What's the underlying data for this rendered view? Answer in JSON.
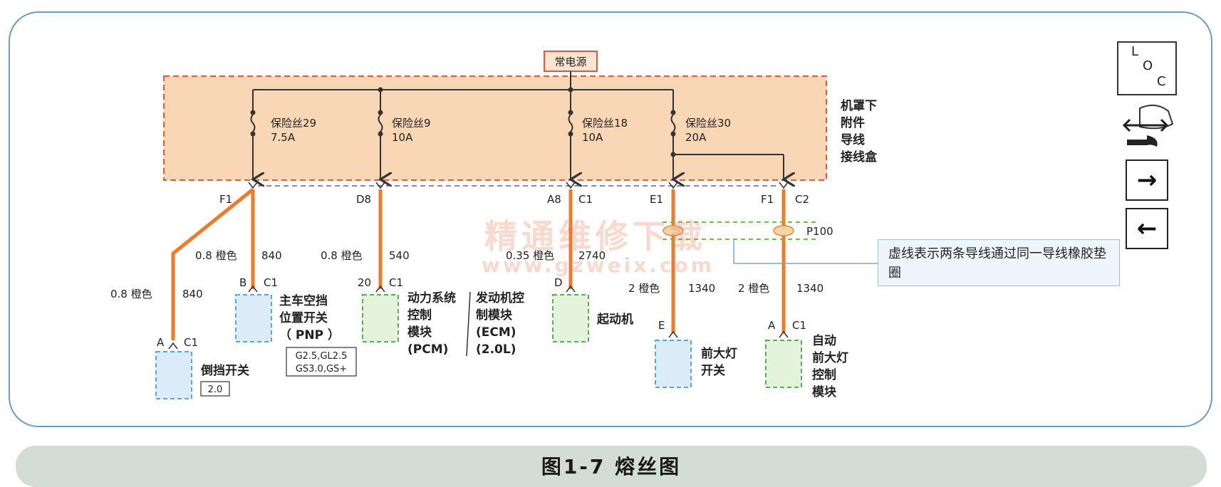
{
  "caption": "图1-7  熔丝图",
  "power_source": "常电源",
  "junction_box_label": [
    "机罩下",
    "附件",
    "导线",
    "接线盒"
  ],
  "fuses": [
    {
      "name": "保险丝29",
      "rating": "7.5A"
    },
    {
      "name": "保险丝9",
      "rating": "10A"
    },
    {
      "name": "保险丝18",
      "rating": "10A"
    },
    {
      "name": "保险丝30",
      "rating": "20A"
    }
  ],
  "connectors": {
    "f1_left": "F1",
    "d8": "D8",
    "a8": "A8",
    "c1_a8": "C1",
    "e1": "E1",
    "f1_right": "F1",
    "c2": "C2",
    "p100": "P100",
    "a_reverse": "A",
    "c1_reverse": "C1",
    "b_pnp": "B",
    "c1_pnp": "C1",
    "pin20": "20",
    "c1_pcm": "C1",
    "d_starter": "D",
    "e_headlamp": "E",
    "a_auto": "A",
    "c1_auto": "C1"
  },
  "wires": {
    "w1_size": "0.8 橙色",
    "w1_num": "840",
    "w2_size": "0.8 橙色",
    "w2_num": "840",
    "w3_size": "0.8 橙色",
    "w3_num": "540",
    "w4_size": "0.35 橙色",
    "w4_num": "2740",
    "w5_size": "2 橙色",
    "w5_num": "1340",
    "w6_size": "2 橙色",
    "w6_num": "1340"
  },
  "components": {
    "reverse_switch": "倒挡开关",
    "reverse_variant": "2.0",
    "pnp_line1": "主车空挡",
    "pnp_line2": "位置开关",
    "pnp_line3": "（ PNP ）",
    "pnp_variant_1": "G2.5,GL2.5",
    "pnp_variant_2": "GS3.0,GS+",
    "pcm_line1": "动力系统",
    "pcm_line2": "控制",
    "pcm_line3": "模块",
    "pcm_line4": "(PCM)",
    "ecm_line1": "发动机控",
    "ecm_line2": "制模块",
    "ecm_line3": "(ECM)",
    "ecm_line4": "(2.0L)",
    "starter": "起动机",
    "headlamp_line1": "前大灯",
    "headlamp_line2": "开关",
    "auto_line1": "自动",
    "auto_line2": "前大灯",
    "auto_line3": "控制",
    "auto_line4": "模块"
  },
  "note": "虚线表示两条导线通过同一导线橡胶垫圈",
  "loc_letters": [
    "L",
    "O",
    "C"
  ],
  "nav": {
    "right_arrow": "→",
    "left_arrow": "←"
  },
  "watermark": {
    "cn": "精通维修下载",
    "url": "www.gzweix.com"
  },
  "colors": {
    "wire": "#f07a2a",
    "box_fill": "#f9d6b4",
    "box_border": "#e05a3a",
    "blue_comp_fill": "#dcebf8",
    "blue_comp_border": "#58a6e0",
    "green_comp_fill": "#e4f3dc",
    "green_comp_border": "#58b050"
  }
}
